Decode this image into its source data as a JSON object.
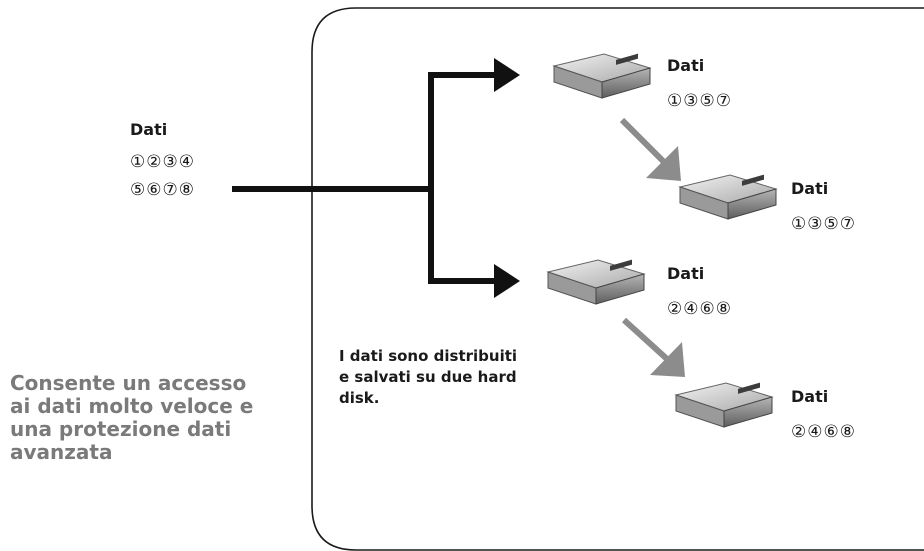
{
  "source": {
    "label": "Dati",
    "numbers_line1": "①②③④",
    "numbers_line2": "⑤⑥⑦⑧"
  },
  "disks": [
    {
      "label": "Dati",
      "numbers": "①③⑤⑦"
    },
    {
      "label": "Dati",
      "numbers": "①③⑤⑦"
    },
    {
      "label": "Dati",
      "numbers": "②④⑥⑧"
    },
    {
      "label": "Dati",
      "numbers": "②④⑥⑧"
    }
  ],
  "description": {
    "line1": "I dati sono distribuiti",
    "line2": "e salvati su due hard",
    "line3": "disk."
  },
  "caption": {
    "line1": "Consente un accesso",
    "line2": "ai dati molto veloce e",
    "line3": "una protezione dati",
    "line4": "avanzata"
  },
  "colors": {
    "line": "#111111",
    "mirror_arrow": "#8c8c8c",
    "caption_text": "#7a7a7a",
    "border": "#1a1a1a"
  },
  "icons": {
    "disk": "hard-disk-icon"
  }
}
